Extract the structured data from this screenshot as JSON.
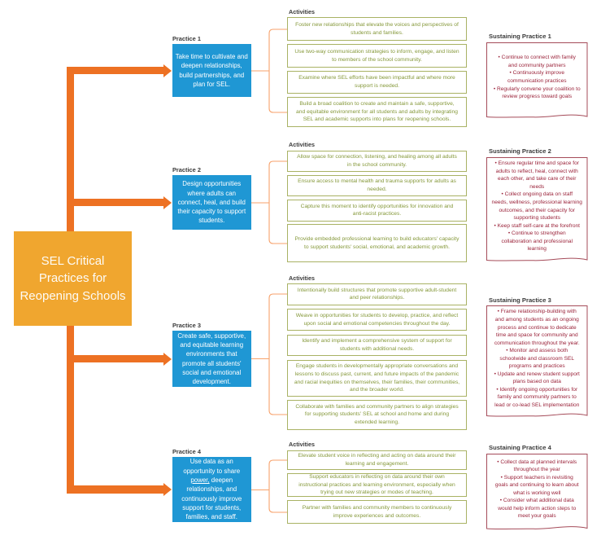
{
  "title_box": {
    "text": "SEL Critical\nPractices for\nReopening Schools"
  },
  "colors": {
    "amber": "#f0a62f",
    "arrow_orange": "#ed7123",
    "connector_orange": "#f7a26b",
    "practice_blue": "#1f97d4",
    "activity_olive_border": "#a9b264",
    "activity_olive_text": "#8a9c3f",
    "sustaining_maroon_border": "#a54b59",
    "sustaining_maroon_text": "#9a2239",
    "label_dark": "#3a3a3a",
    "background": "#ffffff"
  },
  "practices": [
    {
      "label": "Practice 1",
      "body": [
        {
          "t": "Take time to cultivate and\ndeepen relationships,\nbuild partnerships, and\nplan for SEL."
        }
      ],
      "activities_label": "Activities",
      "activities": [
        "Foster new relationships that elevate the voices and perspectives of\nstudents and families.",
        "Use two-way communication strategies to inform, engage, and listen\nto members of the school community.",
        "Examine where SEL efforts have been impactful and where more\nsupport is needed.",
        "Build a broad coalition to create and maintain a safe, supportive,\nand equitable environment for all students and adults by integrating\nSEL and academic supports into plans for reopening schools."
      ],
      "sustaining": {
        "label": "Sustaining Practice 1",
        "bullets": [
          "• Continue to connect with family\nand community partners",
          "• Continuously improve\ncommunication practices",
          "• Regularly convene your coalition to\nreview progress toward goals"
        ]
      }
    },
    {
      "label": "Practice 2",
      "body": [
        {
          "t": "Design opportunities\nwhere adults can\nconnect, heal, and build\ntheir capacity to support\nstudents."
        }
      ],
      "activities_label": "Activities",
      "activities": [
        "Allow space for connection, listening, and healing among all adults\nin the school community.",
        "Ensure access to mental health and trauma supports for adults as\nneeded.",
        "Capture this moment to identify opportunities for innovation and\nanti-racist practices.",
        "Provide embedded professional learning to build educators' capacity\nto support students' social, emotional, and academic growth."
      ],
      "sustaining": {
        "label": "Sustaining Practice 2",
        "bullets": [
          "• Ensure regular time and space for\nadults to reflect, heal, connect with\neach other, and take care of their\nneeds",
          "• Collect ongoing data on staff\nneeds, wellness, professional learning\noutcomes, and their capacity for\nsupporting students",
          "• Keep staff self-care at the forefront",
          "• Continue to strengthen\ncollaboration and professional\nlearning"
        ]
      }
    },
    {
      "label": "Practice 3",
      "body": [
        {
          "t": "Create safe, supportive,\nand equitable learning\nenvironments that\npromote all students'\nsocial and emotional\ndevelopment."
        }
      ],
      "activities_label": "Activities",
      "activities": [
        "Intentionally build structures that promote supportive adult-student\nand peer relationships.",
        "Weave in opportunities for students to develop, practice, and reflect\nupon social and emotional competencies throughout the day.",
        "Identify and implement a comprehensive system of support for\nstudents with additional needs.",
        "Engage students in developmentally appropriate conversations and\nlessons to discuss past, current, and future impacts of the pandemic\nand racial inequities on themselves, their families, their communities,\nand the broader world.",
        "Collaborate with families and community partners to align strategies\nfor supporting students' SEL at school and home and during\nextended learning."
      ],
      "sustaining": {
        "label": "Sustaining Practice 3",
        "bullets": [
          "• Frame relationship-building with\nand among students as an ongoing\nprocess and continue to dedicate\ntime and space for community and\ncommunication throughout the year.",
          "• Monitor and assess both\nschoolwide and classroom SEL\nprograms and practices",
          "• Update and renew student support\nplans based on data",
          "• Identify ongoing opportunities for\nfamily and community partners to\nlead or co-lead SEL implementation"
        ]
      }
    },
    {
      "label": "Practice 4",
      "body": [
        {
          "t": "Use data as an\nopportunity to share\n"
        },
        {
          "t": "power,",
          "u": true
        },
        {
          "t": " deepen\nrelationships, and\ncontinuously improve\nsupport for students,\nfamilies, and staff."
        }
      ],
      "activities_label": "Activities",
      "activities": [
        "Elevate student voice in reflecting and acting on data around their\nlearning and engagement.",
        "Support educators in reflecting on data around their own\ninstructional practices and learning environment, especially when\ntrying out new strategies or modes of teaching.",
        "Partner with families and community members to continuously\nimprove experiences and outcomes."
      ],
      "sustaining": {
        "label": "Sustaining Practice 4",
        "bullets": [
          "• Collect data at planned intervals\nthroughout the year",
          "• Support teachers in revisiting\ngoals and continuing to learn about\nwhat is working well",
          "• Consider what additional data\nwould help inform action steps to\nmeet your goals"
        ]
      }
    }
  ]
}
